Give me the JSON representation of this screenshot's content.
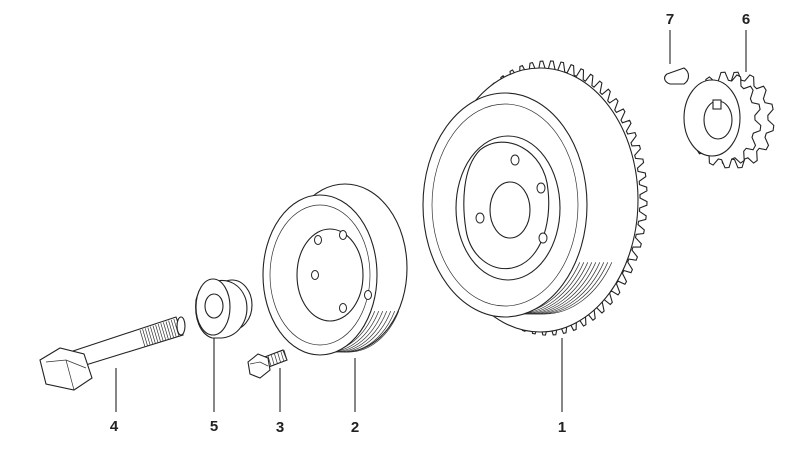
{
  "labels": {
    "p1": "1",
    "p2": "2",
    "p3": "3",
    "p4": "4",
    "p5": "5",
    "p6": "6",
    "p7": "7"
  }
}
